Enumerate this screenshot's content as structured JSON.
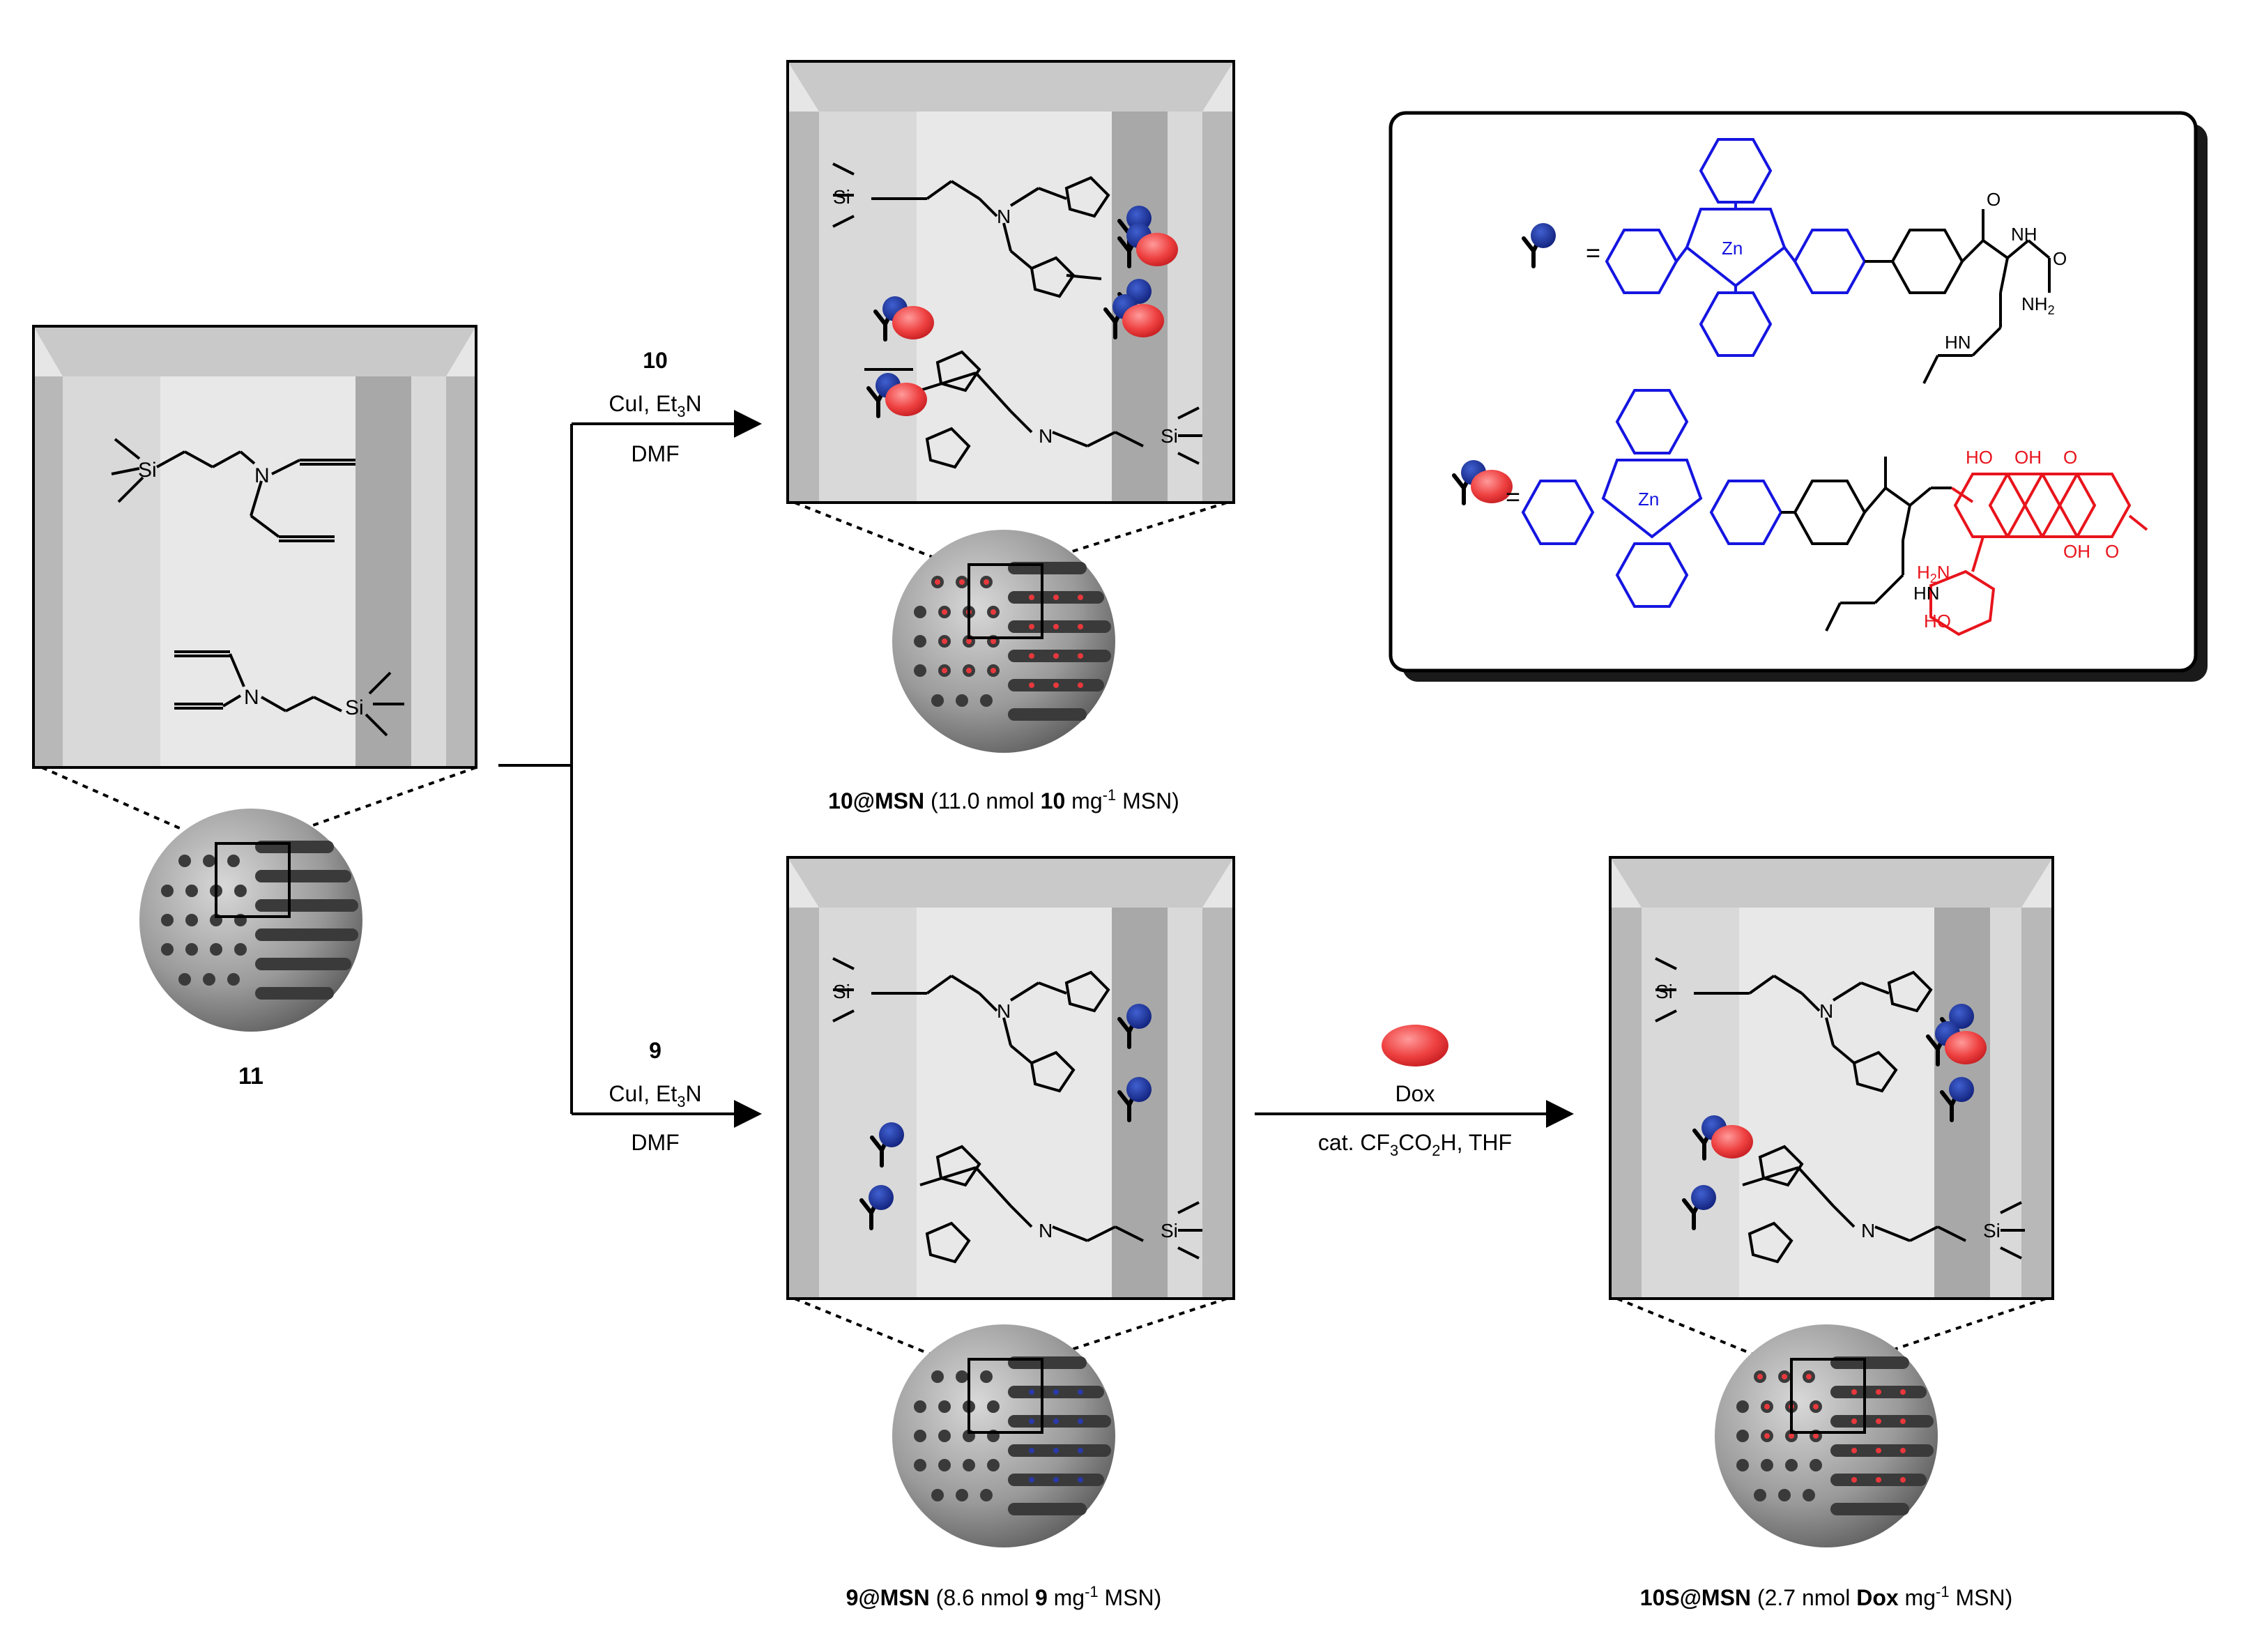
{
  "compound_11": {
    "label": "11"
  },
  "compound_10_msn": {
    "bold": "10@MSN",
    "pre": " (11.0 nmol ",
    "mid_bold": "10",
    "post": " mg",
    "sup": "-1",
    "tail": " MSN)"
  },
  "compound_9_msn": {
    "bold": "9@MSN",
    "pre": " (8.6 nmol ",
    "mid_bold": "9",
    "post": " mg",
    "sup": "-1",
    "tail": " MSN)"
  },
  "compound_10s_msn": {
    "bold": "10S@MSN",
    "pre": " (2.7 nmol ",
    "mid_bold": "Dox",
    "post": " mg",
    "sup": "-1",
    "tail": " MSN)"
  },
  "arrow_top": {
    "reagent": "10",
    "cond1_a": "CuI, Et",
    "cond1_sub": "3",
    "cond1_b": "N",
    "cond2": "DMF"
  },
  "arrow_bottom": {
    "reagent": "9",
    "cond1_a": "CuI, Et",
    "cond1_sub": "3",
    "cond1_b": "N",
    "cond2": "DMF"
  },
  "arrow_right": {
    "reagent": "Dox",
    "cond_a": "cat. CF",
    "sub1": "3",
    "cond_b": "CO",
    "sub2": "2",
    "cond_c": "H, THF"
  },
  "legend": {
    "equals": "=",
    "metal": "Zn",
    "atom_N": "N",
    "atom_O": "O",
    "atom_NH": "NH",
    "atom_HN": "HN",
    "atom_NH2": "NH",
    "sub_2": "2",
    "atom_HO": "HO",
    "atom_OH": "OH",
    "atom_H2N": "H",
    "atom_H2N_sub": "2",
    "atom_H2N_tail": "N"
  },
  "chem": {
    "si": "Si",
    "n": "N",
    "o": "O"
  },
  "colors": {
    "phthalocyanine": "#1515e0",
    "doxorubicin": "#e8141c",
    "blue_ball": "#1a2a8c",
    "red_ball": "#e8383c"
  }
}
